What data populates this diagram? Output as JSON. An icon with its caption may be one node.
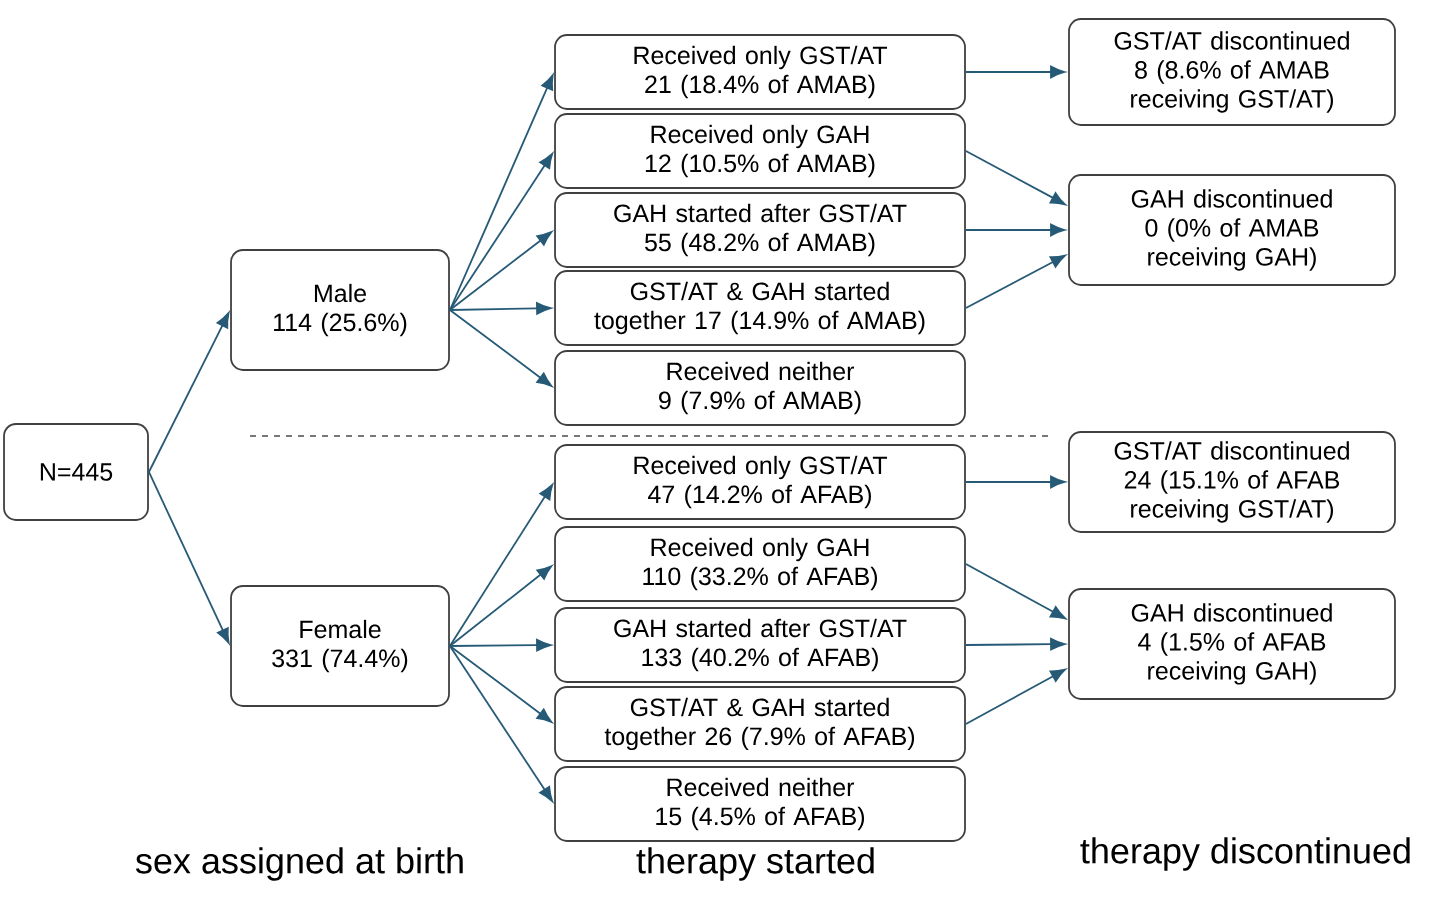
{
  "diagram": {
    "nodes": [
      {
        "text": [
          "N=445"
        ]
      },
      {
        "text": [
          "Male",
          "114 (25.6%)"
        ]
      },
      {
        "text": [
          "Female",
          "331 (74.4%)"
        ]
      },
      {
        "text": [
          "Received only GST/AT 21 (18.4% of AMAB)"
        ]
      },
      {
        "text": [
          "Received only GAH 12 (10.5% of AMAB)"
        ]
      },
      {
        "text": [
          "GAH started after GST/AT 55 (48.2% of AMAB)"
        ]
      },
      {
        "text": [
          "GST/AT & GAH started together 17 (14.9% of AMAB)"
        ]
      },
      {
        "text": [
          "Received neither 9 (7.9% of AMAB)"
        ]
      },
      {
        "text": [
          "Received only GST/AT 47 (14.2% of AFAB)"
        ]
      },
      {
        "text": [
          "Received only GAH 110 (33.2% of AFAB)"
        ]
      },
      {
        "text": [
          "GAH started after GST/AT 133 (40.2% of AFAB)"
        ]
      },
      {
        "text": [
          "GST/AT & GAH started together 26 (7.9% of AFAB)"
        ]
      },
      {
        "text": [
          "Received neither 15 (4.5% of AFAB)"
        ]
      },
      {
        "text": [
          "GST/AT discontinued 8 (8.6% of AMAB receiving GST/AT)"
        ]
      },
      {
        "text": [
          "GAH discontinued 0 (0% of AMAB receiving GAH)"
        ]
      },
      {
        "text": [
          "GST/AT discontinued 24 (15.1% of AFAB receiving GST/AT)"
        ]
      },
      {
        "text": [
          "GAH discontinued 4 (1.5% of AFAB receiving GAH)"
        ]
      }
    ],
    "edges": [
      {
        "from": 0,
        "to": 1,
        "arrow": "to"
      },
      {
        "from": 0,
        "to": 2,
        "arrow": "to"
      },
      {
        "from": 1,
        "to": 3,
        "arrow": "to"
      },
      {
        "from": 1,
        "to": 4,
        "arrow": "to"
      },
      {
        "from": 1,
        "to": 5,
        "arrow": "to"
      },
      {
        "from": 1,
        "to": 6,
        "arrow": "to"
      },
      {
        "from": 1,
        "to": 7,
        "arrow": "to"
      },
      {
        "from": 2,
        "to": 8,
        "arrow": "to"
      },
      {
        "from": 2,
        "to": 9,
        "arrow": "to"
      },
      {
        "from": 2,
        "to": 10,
        "arrow": "to"
      },
      {
        "from": 2,
        "to": 11,
        "arrow": "to"
      },
      {
        "from": 2,
        "to": 12,
        "arrow": "to"
      },
      {
        "from": 3,
        "to": 13,
        "arrow": "to"
      },
      {
        "from": 4,
        "to": 14,
        "arrow": "to"
      },
      {
        "from": 5,
        "to": 14,
        "arrow": "to"
      },
      {
        "from": 6,
        "to": 14,
        "arrow": "to"
      },
      {
        "from": 8,
        "to": 15,
        "arrow": "to"
      },
      {
        "from": 9,
        "to": 16,
        "arrow": "to"
      },
      {
        "from": 10,
        "to": 16,
        "arrow": "to"
      },
      {
        "from": 11,
        "to": 16,
        "arrow": "to"
      }
    ],
    "labels": [
      "sex assigned at birth",
      "therapy started",
      "therapy discontinued"
    ]
  }
}
